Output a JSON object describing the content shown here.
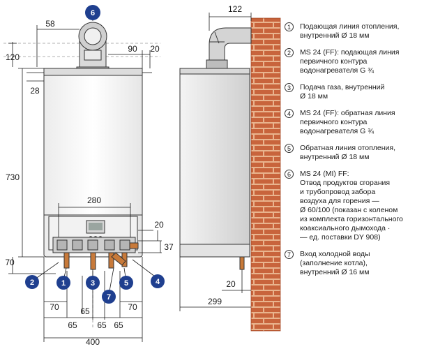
{
  "front": {
    "dims": {
      "flue_offset": "58",
      "top": "120",
      "right_offset": "90",
      "right_edge": "20",
      "bracket": "28",
      "height": "730",
      "bottom_width": "280",
      "side_20": "20",
      "side_37": "37",
      "bottom_70": "70",
      "pipe_70_left": "70",
      "pipe_65_a": "65",
      "pipe_65_b": "65",
      "pipe_65_c": "65",
      "pipe_65_d": "65",
      "pipe_70_right": "70",
      "total_width": "400"
    },
    "badges": [
      "1",
      "2",
      "3",
      "4",
      "5",
      "6",
      "7"
    ]
  },
  "side": {
    "dims": {
      "top_depth": "122",
      "bottom_20": "20",
      "depth": "299"
    }
  },
  "legend": [
    {
      "num": "1",
      "lines": [
        "Подающая линия отопления,",
        "внутренний Ø 18 мм"
      ]
    },
    {
      "num": "2",
      "lines": [
        "MS 24 (FF): подающая линия",
        "первичного контура",
        "водонагревателя G ¾"
      ]
    },
    {
      "num": "3",
      "lines": [
        "Подача газа, внутренний",
        "Ø 18 мм"
      ]
    },
    {
      "num": "4",
      "lines": [
        "MS 24 (FF): обратная линия",
        "первичного контура",
        "водонагревателя  G ¾"
      ]
    },
    {
      "num": "5",
      "lines": [
        "Обратная линия отопления,",
        "внутренний Ø 18 мм"
      ]
    },
    {
      "num": "6",
      "lines": [
        "MS 24 (MI) FF:",
        "Отвод продуктов  сгорания",
        "и трубопровод забора",
        "воздуха для горения —",
        "Ø 60/100 (показан с коленом",
        "из комплекта  горизонтального",
        "коаксиального дымохода ·",
        "— ед. поставки DY 908)"
      ]
    },
    {
      "num": "7",
      "lines": [
        "Вход холодной воды",
        "(заполнение котла),",
        "внутренний Ø 16 мм"
      ]
    }
  ],
  "colors": {
    "badge": "#1f3f8f",
    "brick": "#c8643c",
    "mortar": "#e9b48e",
    "pipe": "#c87a3a"
  }
}
